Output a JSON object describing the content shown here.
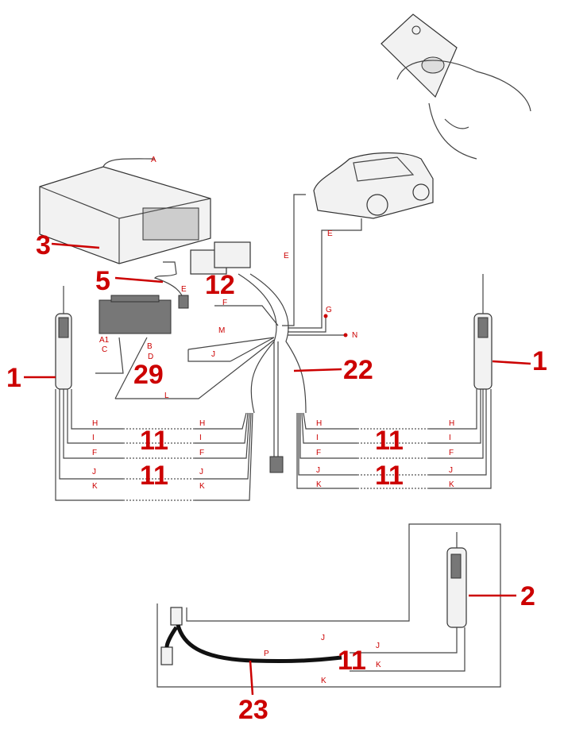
{
  "numbers": {
    "n3": "3",
    "n5": "5",
    "n12": "12",
    "n1_left": "1",
    "n1_right": "1",
    "n29": "29",
    "n22": "22",
    "n11": "11",
    "n2": "2",
    "n23": "23"
  },
  "letters": {
    "A": "A",
    "E": "E",
    "F": "F",
    "G": "G",
    "M": "M",
    "N": "N",
    "J": "J",
    "L": "L",
    "A1": "A1",
    "B": "B",
    "C": "C",
    "D": "D",
    "H": "H",
    "I": "I",
    "K": "K",
    "P": "P"
  },
  "colors": {
    "callout": "#cc0000",
    "line": "#444444"
  }
}
